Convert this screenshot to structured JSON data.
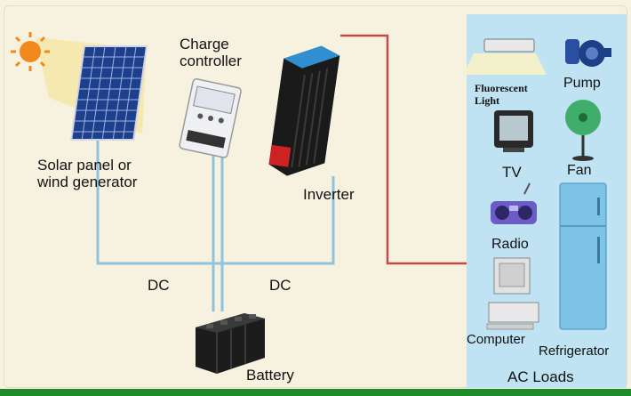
{
  "labels": {
    "charge_controller": "Charge\ncontroller",
    "solar_panel": "Solar panel or\nwind generator",
    "inverter": "Inverter",
    "dc_left": "DC",
    "dc_right": "DC",
    "battery": "Battery",
    "fluorescent": "Fluorescent\nLight",
    "pump": "Pump",
    "tv": "TV",
    "fan": "Fan",
    "radio": "Radio",
    "computer": "Computer",
    "refrigerator": "Refrigerator",
    "ac_loads": "AC Loads"
  },
  "colors": {
    "background": "#f7f2df",
    "dc_wire": "#8fc3dd",
    "ac_wire": "#c44a4a",
    "ac_panel": "#bfe3f2",
    "footer": "#1f8a2a"
  }
}
